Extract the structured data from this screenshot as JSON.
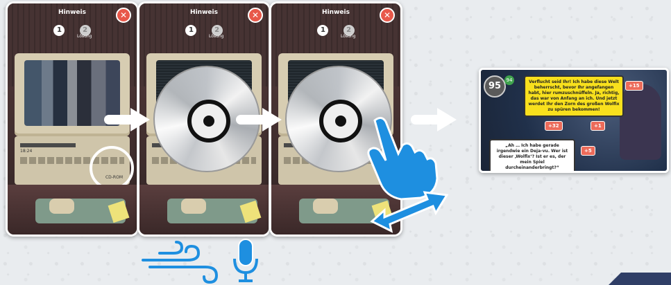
{
  "panels": [
    {
      "header": "Hinweis",
      "close": "✕",
      "step1": "1",
      "step2": "2",
      "step2_label": "Lösung",
      "counter": "18:24",
      "cd_label": "CD-ROM"
    },
    {
      "header": "Hinweis",
      "close": "✕",
      "step1": "1",
      "step2": "2",
      "step2_label": "Lösung"
    },
    {
      "header": "Hinweis",
      "close": "✕",
      "step1": "1",
      "step2": "2",
      "step2_label": "Lösung"
    }
  ],
  "result": {
    "score": "95",
    "badge": "94",
    "speech_yellow": "Verflucht seid Ihr! Ich habe diese Welt beherrscht, bevor Ihr angefangen habt, hier rumzu­schnüffeln. Ja, richtig, das war von Anfang an ich. Und jetzt werdet Ihr den Zorn des großen Wolfix zu spüren bekommen!",
    "speech_white": "„Ah … Ich habe gerade irgendwie ein Deja-vu. Wer ist dieser ‚Wolfix‘? Ist er es, der mein Spiel durcheinanderbringt?“",
    "pill_15": "+15",
    "pill_32": "+32",
    "pill_1": "+1",
    "pill_5": "+5"
  },
  "icons": {
    "hand": "pointing-hand-icon",
    "swipe": "double-arrow-icon",
    "wind": "wind-icon",
    "mic": "microphone-icon"
  },
  "colors": {
    "accent_blue": "#1e8fe0",
    "close_red": "#e8584a",
    "speech_yellow": "#f8e01d"
  }
}
